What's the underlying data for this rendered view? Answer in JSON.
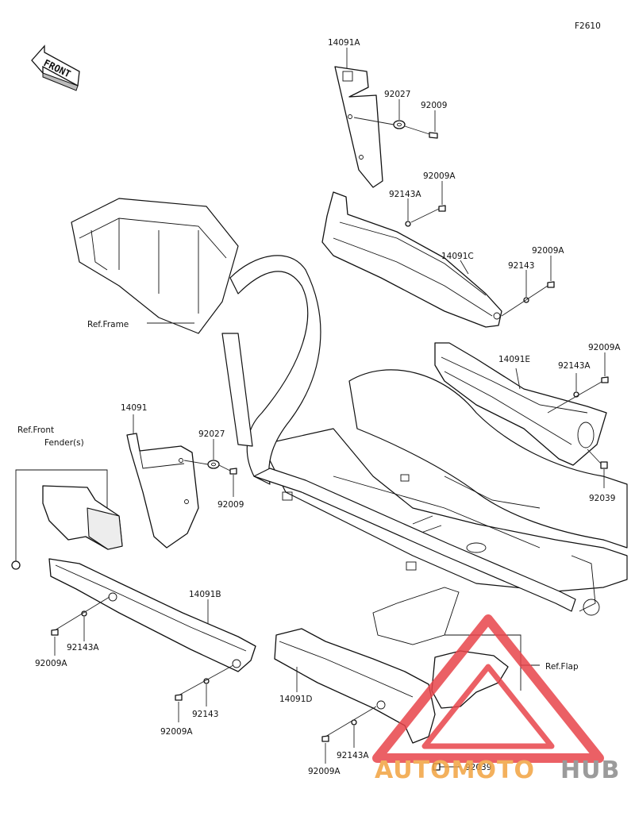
{
  "diagram_id": "F2610",
  "direction_label": "FRONT",
  "labels": {
    "p14091A": "14091A",
    "p92027_top": "92027",
    "p92009_top": "92009",
    "p92009A_1": "92009A",
    "p92143A_1": "92143A",
    "p14091C": "14091C",
    "p92009A_2": "92009A",
    "p92143_1": "92143",
    "ref_frame": "Ref.Frame",
    "p92009A_3": "92009A",
    "p14091E": "14091E",
    "p92143A_2": "92143A",
    "p92039_1": "92039",
    "p14091": "14091",
    "p92027_mid": "92027",
    "p92009_mid": "92009",
    "ref_front": "Ref.Front",
    "fender": "Fender(s)",
    "p14091B": "14091B",
    "p92143A_3": "92143A",
    "p92009A_4": "92009A",
    "p92143_2": "92143",
    "p92009A_5": "92009A",
    "p14091D": "14091D",
    "ref_flap": "Ref.Flap",
    "p92143A_4": "92143A",
    "p92009A_6": "92009A",
    "p92039_2": "92039"
  },
  "watermark": {
    "text_a": "AUTOMOTO",
    "text_b": "HUB",
    "color_a": "#f2a340",
    "color_b": "#8a8a8a",
    "triangle_color": "#e8454b"
  }
}
